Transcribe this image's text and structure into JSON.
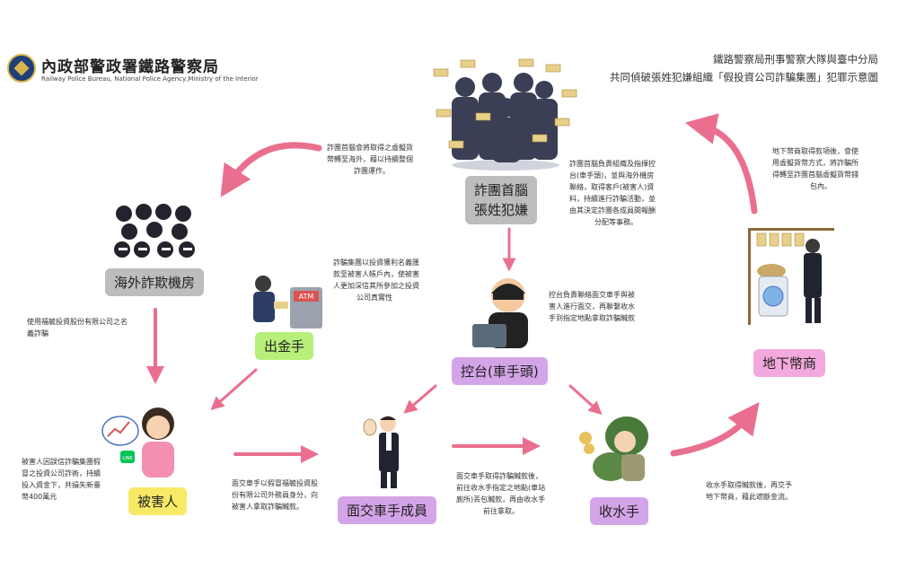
{
  "header": {
    "org_name_zh": "內政部警政署鐵路警察局",
    "org_name_en": "Railway Police Bureau, National Police Agency,Ministry of the Interior",
    "subtitle_line1": "鐵路警察局刑事警察大隊與臺中分局",
    "subtitle_line2": "共同偵破張姓犯嫌組織「假投資公司詐騙集團」犯罪示意圖"
  },
  "nodes": {
    "leader_line1": "詐團首腦",
    "leader_line2": "張姓犯嫌",
    "overseas": "海外詐欺機房",
    "atm": "出金手",
    "control": "控台(車手頭)",
    "victim": "被害人",
    "courier": "面交車手成員",
    "collector": "收水手",
    "underground": "地下幣商"
  },
  "notes": {
    "leader_to_overseas": [
      "詐團首腦會將取得之虛擬貨",
      "幣轉至海外，藉以持續整個",
      "詐團運作。"
    ],
    "leader_desc": [
      "詐團首腦負責組織及指揮控",
      "台(車手頭)，並與海外機房",
      "聯絡，取得客戶(被害人)資",
      "料，持續進行詐騙活動，並",
      "由其決定詐團各成員間報酬",
      "分配等事務。"
    ],
    "underground_desc": [
      "地下幣商取得款項後，會使",
      "用虛擬貨幣方式，將詐騙所",
      "得轉至詐團首腦虛擬貨幣錢",
      "包內。"
    ],
    "atm_desc": [
      "詐騙集團以投資獲利名義匯",
      "款至被害人帳戶內，使被害",
      "人更加深信其所參加之投資",
      "公司真實性"
    ],
    "control_desc": [
      "控台負責聯絡面交車手與被",
      "害人進行面交，再聯繫收水",
      "手到指定地點拿取詐騙贓款"
    ],
    "overseas_desc": [
      "使用福毓投資股份有限公司之名",
      "義詐騙"
    ],
    "victim_desc": [
      "被害人因誤信詐騙集團假",
      "冒之投資公司詐術，持續",
      "投入資金下，共損失新臺",
      "幣400萬元"
    ],
    "courier_desc": [
      "面交車手以假冒福毓投資股",
      "份有限公司外務員身分，向",
      "被害人拿取詐騙贓款。"
    ],
    "collector_desc": [
      "面交車手取得詐騙贓款後，",
      "前往收水手指定之地點(車站",
      "廁所)丟包贓款，再由收水手",
      "前往拿取。"
    ],
    "underground_to": [
      "收水手取得贓款後，再交予",
      "地下幣商，藉此遮斷金流。"
    ]
  },
  "figure_text": {
    "atm_sign": "ATM",
    "line_logo": "LINE"
  },
  "colors": {
    "arrow": "#ea6f8f",
    "gray_pill": "#bdbdbd",
    "purple_pill": "#d4a4e8",
    "green_pill": "#b6f07a",
    "yellow_pill": "#f8ea66",
    "pink_pill": "#f3a9dd"
  }
}
